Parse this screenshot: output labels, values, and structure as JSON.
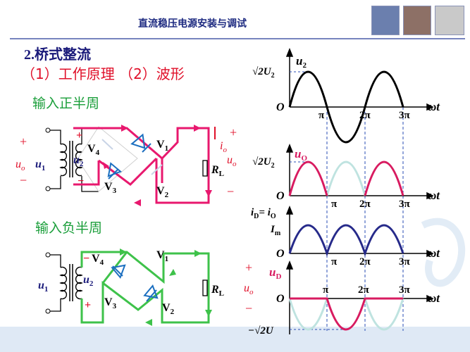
{
  "header": {
    "title": "直流稳压电源安装与调试",
    "thumb_colors": [
      "#6b7fae",
      "#8d7066",
      "#c9c9c9"
    ]
  },
  "section": {
    "heading": "2.桥式整流",
    "subheading": "（1）工作原理 （2）波形"
  },
  "positive_half": {
    "caption": "输入正半周",
    "plus": "+",
    "minus": "−",
    "u_o_left": "u",
    "u_o_left_sub": "o",
    "u1": "u",
    "u1_sub": "1",
    "u2": "u",
    "u2_sub": "2",
    "v1": "V",
    "v1_sub": "1",
    "v2": "V",
    "v2_sub": "2",
    "v3": "V",
    "v3_sub": "3",
    "v4": "V",
    "v4_sub": "4",
    "io": "i",
    "io_sub": "o",
    "rl": "R",
    "rl_sub": "L",
    "uo": "u",
    "uo_sub": "o",
    "sign_plus": "+",
    "sign_minus": "−"
  },
  "negative_half": {
    "caption": "输入负半周",
    "u1": "u",
    "u1_sub": "1",
    "u2": "u",
    "u2_sub": "2",
    "v1": "V",
    "v1_sub": "1",
    "v2": "V",
    "v2_sub": "2",
    "v3": "V",
    "v3_sub": "3",
    "v4": "V",
    "v4_sub": "4",
    "v4_minus": "−",
    "plus": "+",
    "rl": "R",
    "rl_sub": "L",
    "uo": "u",
    "uo_sub": "o",
    "sign_plus": "+",
    "sign_minus": "−"
  },
  "waveforms": {
    "origin": "O",
    "wt": "ωt",
    "pi": "π",
    "two_pi": "2π",
    "three_pi": "3π",
    "u2_axis": "u",
    "u2_axis_sub": "2",
    "u2_peak": "√2U",
    "u2_peak_sub": "2",
    "uo_axis": "u",
    "uo_axis_sub": "O",
    "uo_peak": "√2U",
    "uo_peak_sub": "2",
    "id_axis_1": "i",
    "id_axis_1_sub": "D",
    "id_axis_eq": "= i",
    "id_axis_2_sub": "O",
    "im": "I",
    "im_sub": "m",
    "ud_axis": "u",
    "ud_axis_sub": "D",
    "ud_neg": "−√2U"
  },
  "colors": {
    "heading": "#1a1a7a",
    "caption": "#1a9e3a",
    "pos_current": "#e8186e",
    "neg_current": "#3ec24a",
    "diode": "#1c6fc0",
    "label_red": "#e0102a",
    "wave_black": "#000000",
    "wave_pink": "#d81b60",
    "wave_faint": "#bfe3e0",
    "wave_navy": "#262a8a",
    "dashed": "#2a4db5"
  }
}
